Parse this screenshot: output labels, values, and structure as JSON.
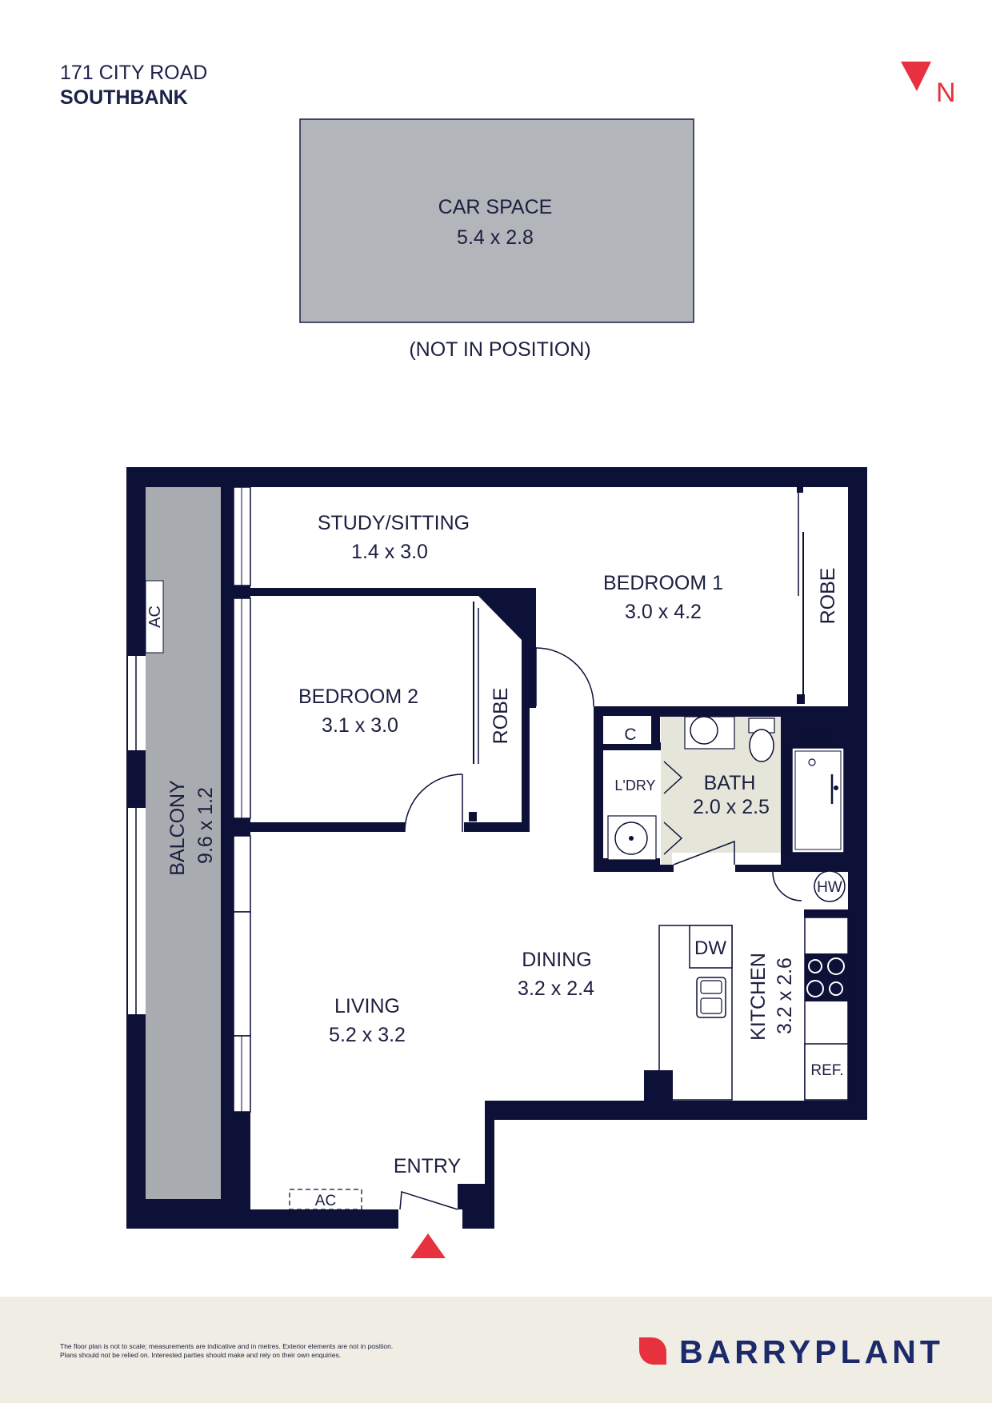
{
  "header": {
    "street": "171 CITY ROAD",
    "suburb": "SOUTHBANK"
  },
  "compass": {
    "label": "N",
    "color": "#e8313f"
  },
  "car_space": {
    "name": "CAR SPACE",
    "size": "5.4 x 2.8",
    "note": "(NOT IN POSITION)"
  },
  "rooms": {
    "study": {
      "name": "STUDY/SITTING",
      "size": "1.4 x 3.0"
    },
    "bedroom1": {
      "name": "BEDROOM 1",
      "size": "3.0 x 4.2"
    },
    "bedroom2": {
      "name": "BEDROOM 2",
      "size": "3.1 x 3.0"
    },
    "balcony": {
      "name": "BALCONY",
      "size": "9.6 x 1.2"
    },
    "bath": {
      "name": "BATH",
      "size": "2.0 x 2.5"
    },
    "dining": {
      "name": "DINING",
      "size": "3.2 x 2.4"
    },
    "living": {
      "name": "LIVING",
      "size": "5.2 x 3.2"
    },
    "kitchen": {
      "name": "KITCHEN",
      "size": "3.2 x 2.6"
    }
  },
  "fixtures": {
    "robe1": "ROBE",
    "robe2": "ROBE",
    "ac_balcony": "AC",
    "ac_living": "AC",
    "cupboard": "C",
    "laundry": "L'DRY",
    "hot_water": "HW",
    "dishwasher": "DW",
    "fridge": "REF.",
    "entry": "ENTRY"
  },
  "colors": {
    "wall": "#0d1137",
    "balcony": "#a8abb0",
    "car_space": "#b2b5ba",
    "bath_floor": "#e6e5da",
    "accent": "#e8313f",
    "footer_bg": "#efede4",
    "brand": "#1c2a6b"
  },
  "footer": {
    "disclaimer_line1": "The floor plan is not to scale; measurements are indicative and in metres. Exterior elements are not in position.",
    "disclaimer_line2": "Plans should not be relied on. Interested parties should make and rely on their own enquiries.",
    "brand": "BARRYPLANT"
  }
}
